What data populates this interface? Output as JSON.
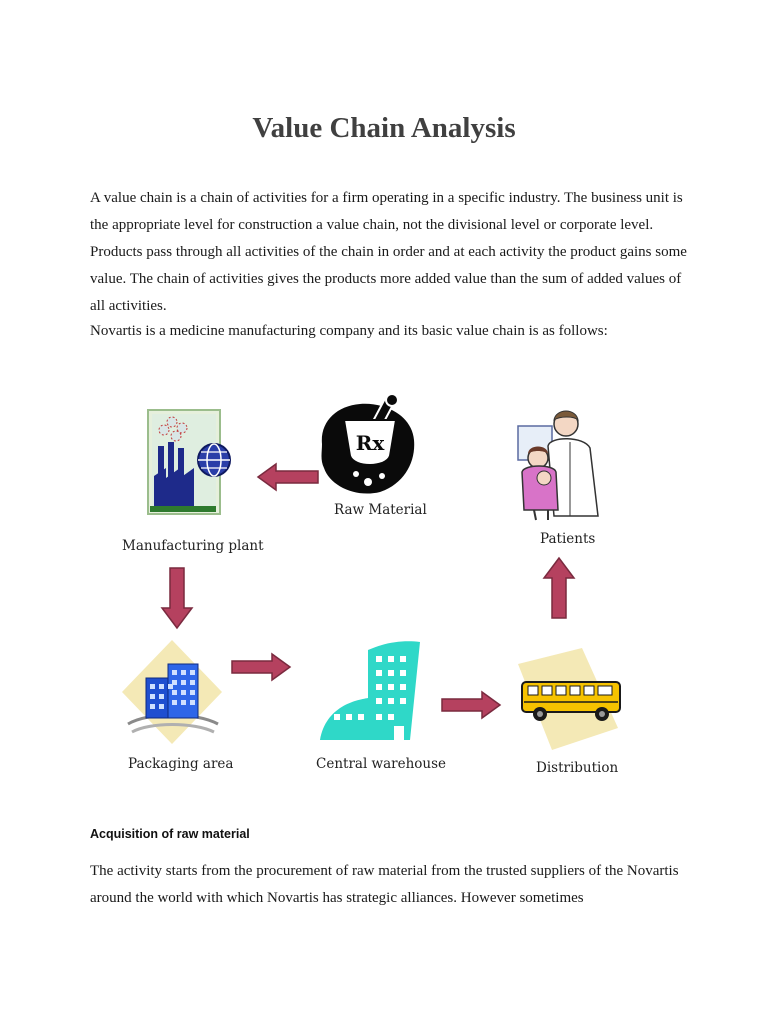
{
  "title": "Value Chain Analysis",
  "paragraph1": "A value chain is a chain of activities for a firm operating in a specific industry. The business unit is the appropriate level for construction a value chain, not the divisional level or corporate level. Products pass through all activities of the chain in order and at each activity the product gains some value. The chain of activities gives the products more added value than the sum of added values of all activities.",
  "paragraph2": "Novartis is a medicine manufacturing company and its basic value chain is as follows:",
  "diagram": {
    "raw_material": "Raw Material",
    "manufacturing_plant": "Manufacturing plant",
    "packaging_area": "Packaging area",
    "central_warehouse": "Central warehouse",
    "distribution": "Distribution",
    "patients": "Patients",
    "rx_symbol": "Rx",
    "arrow_color": "#b5415f"
  },
  "section_heading": "Acquisition of raw material",
  "paragraph3": "The activity starts from the procurement of raw material from the trusted suppliers of the Novartis around the world with which Novartis has strategic alliances. However sometimes"
}
